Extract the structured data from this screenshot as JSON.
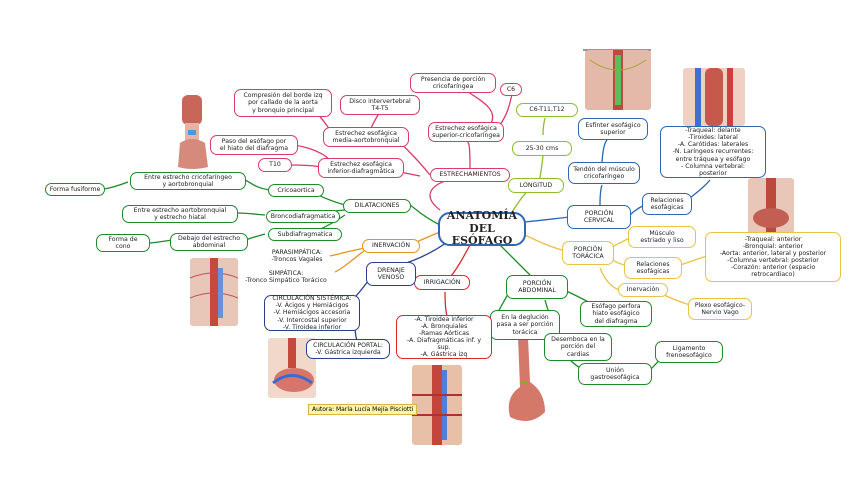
{
  "central": "ANATOMÍA\nDEL ESÓFAGO",
  "estrechamientos": {
    "label": "ESTRECHAMIENTOS",
    "superior": "Estrechez esofágica\nsuperior-cricofaríngea",
    "presencia": "Presencia de porción\ncricofaríngea",
    "c6": "C6",
    "media": "Estrechez esofágica\nmedia-aortobronquial",
    "disco": "Disco intervertebral\nT4-T5",
    "compresion": "Compresión del borde izq\npor callado de la aorta\ny bronquio principal",
    "inferior": "Estrechez esofágica\ninferior-diafragmática",
    "paso": "Paso del esófago por\nel hiato del diafragma",
    "t10": "T10"
  },
  "longitud": {
    "label": "LONGITUD",
    "cm": "25-30 cms",
    "vert": "C6-T11,T12"
  },
  "cervical": {
    "label": "PORCIÓN\nCERVICAL",
    "tendon": "Tendón del músculo\ncricofaríngeo",
    "esfinter": "Esfínter esofágico\nsuperior",
    "relaciones": "Relaciones\nesofágicas",
    "rel_detail": "-Traqueal: delante\n-Tiroides: lateral\n-A. Carótidas: laterales\n-N. Laríngeos recurrentes:\nentre tráquea y esófago\n- Columna vertebral:\nposterior"
  },
  "toracica": {
    "label": "PORCIÓN\nTORÁCICA",
    "musculo": "Músculo\nestriado y liso",
    "relaciones": "Relaciones\nesofágicas",
    "rel_detail": "-Traqueal: anterior\n-Bronquial: anterior\n-Aorta: anterior, lateral y posterior\n-Columna vertebral: posterior\n-Corazón: anterior (espacio\nretrocardiaco)",
    "inervacion": "Inervación",
    "plexo": "Plexo esofágico-\nNervio Vago"
  },
  "abdominal": {
    "label": "PORCIÓN\nABDOMINAL",
    "deglucion": "En la deglución\npasa a ser porción\ntorácica",
    "hiato": "Esófago perfora\nhiato esofágico\ndel diafragma",
    "desemboca": "Desemboca en la\nporción del\ncardias",
    "union": "Unión\ngastroesofágica",
    "ligamento": "Ligamento\nfrenoesofágico"
  },
  "irrigacion": {
    "label": "IRRIGACIÓN",
    "detail": "-A. Tiroidea inferior\n-A. Bronquiales\n-Ramas Aórticas\n-A. Diafragmáticas inf. y\nsup.\n-A. Gástrica izq"
  },
  "drenaje": {
    "label": "DRENAJE\nVENOSO",
    "sistemica": "CIRCULACIÓN SISTÉMICA:\n-V. Ácigos y Hemiácigos\n-V. Hemiácigos accesoria\n-V. Intercostal superior\n-V. Tiroidea inferior",
    "portal": "CIRCULACIÓN PORTAL:\n-V. Gástrica izquierda"
  },
  "inervacion": {
    "label": "INERVACIÓN",
    "parasimpatica": "PARASIMPÁTICA:\n-Troncos Vagales",
    "simpatica": "SIMPÁTICA:\n-Tronco Simpático Torácico"
  },
  "dilataciones": {
    "label": "DILATACIONES",
    "cricoaortica": "Cricoaortica",
    "broncodiafragmatica": "Broncodiafragmatica",
    "subdiafragmatica": "Subdiafragmatica",
    "fusiforme": "Forma fusiforme",
    "entre_crico": "Entre estrecho cricofaríngeo\ny aortobronquial",
    "entre_aorto": "Entre estrecho aortobronquial\ny estrecho hiatal",
    "debajo": "Debajo del estrecho\nabdominal",
    "cono": "Forma de\ncono"
  },
  "author": "Autora: María Lucía Mejía Pisciotti",
  "colors": {
    "pink": "#d93b6a",
    "green": "#1f8a2c",
    "lime": "#8cbf2b",
    "blue": "#2f66b3",
    "orange": "#e0961e",
    "red": "#d82a2a",
    "navy": "#2b3f8f",
    "yellow": "#e8c24a"
  }
}
